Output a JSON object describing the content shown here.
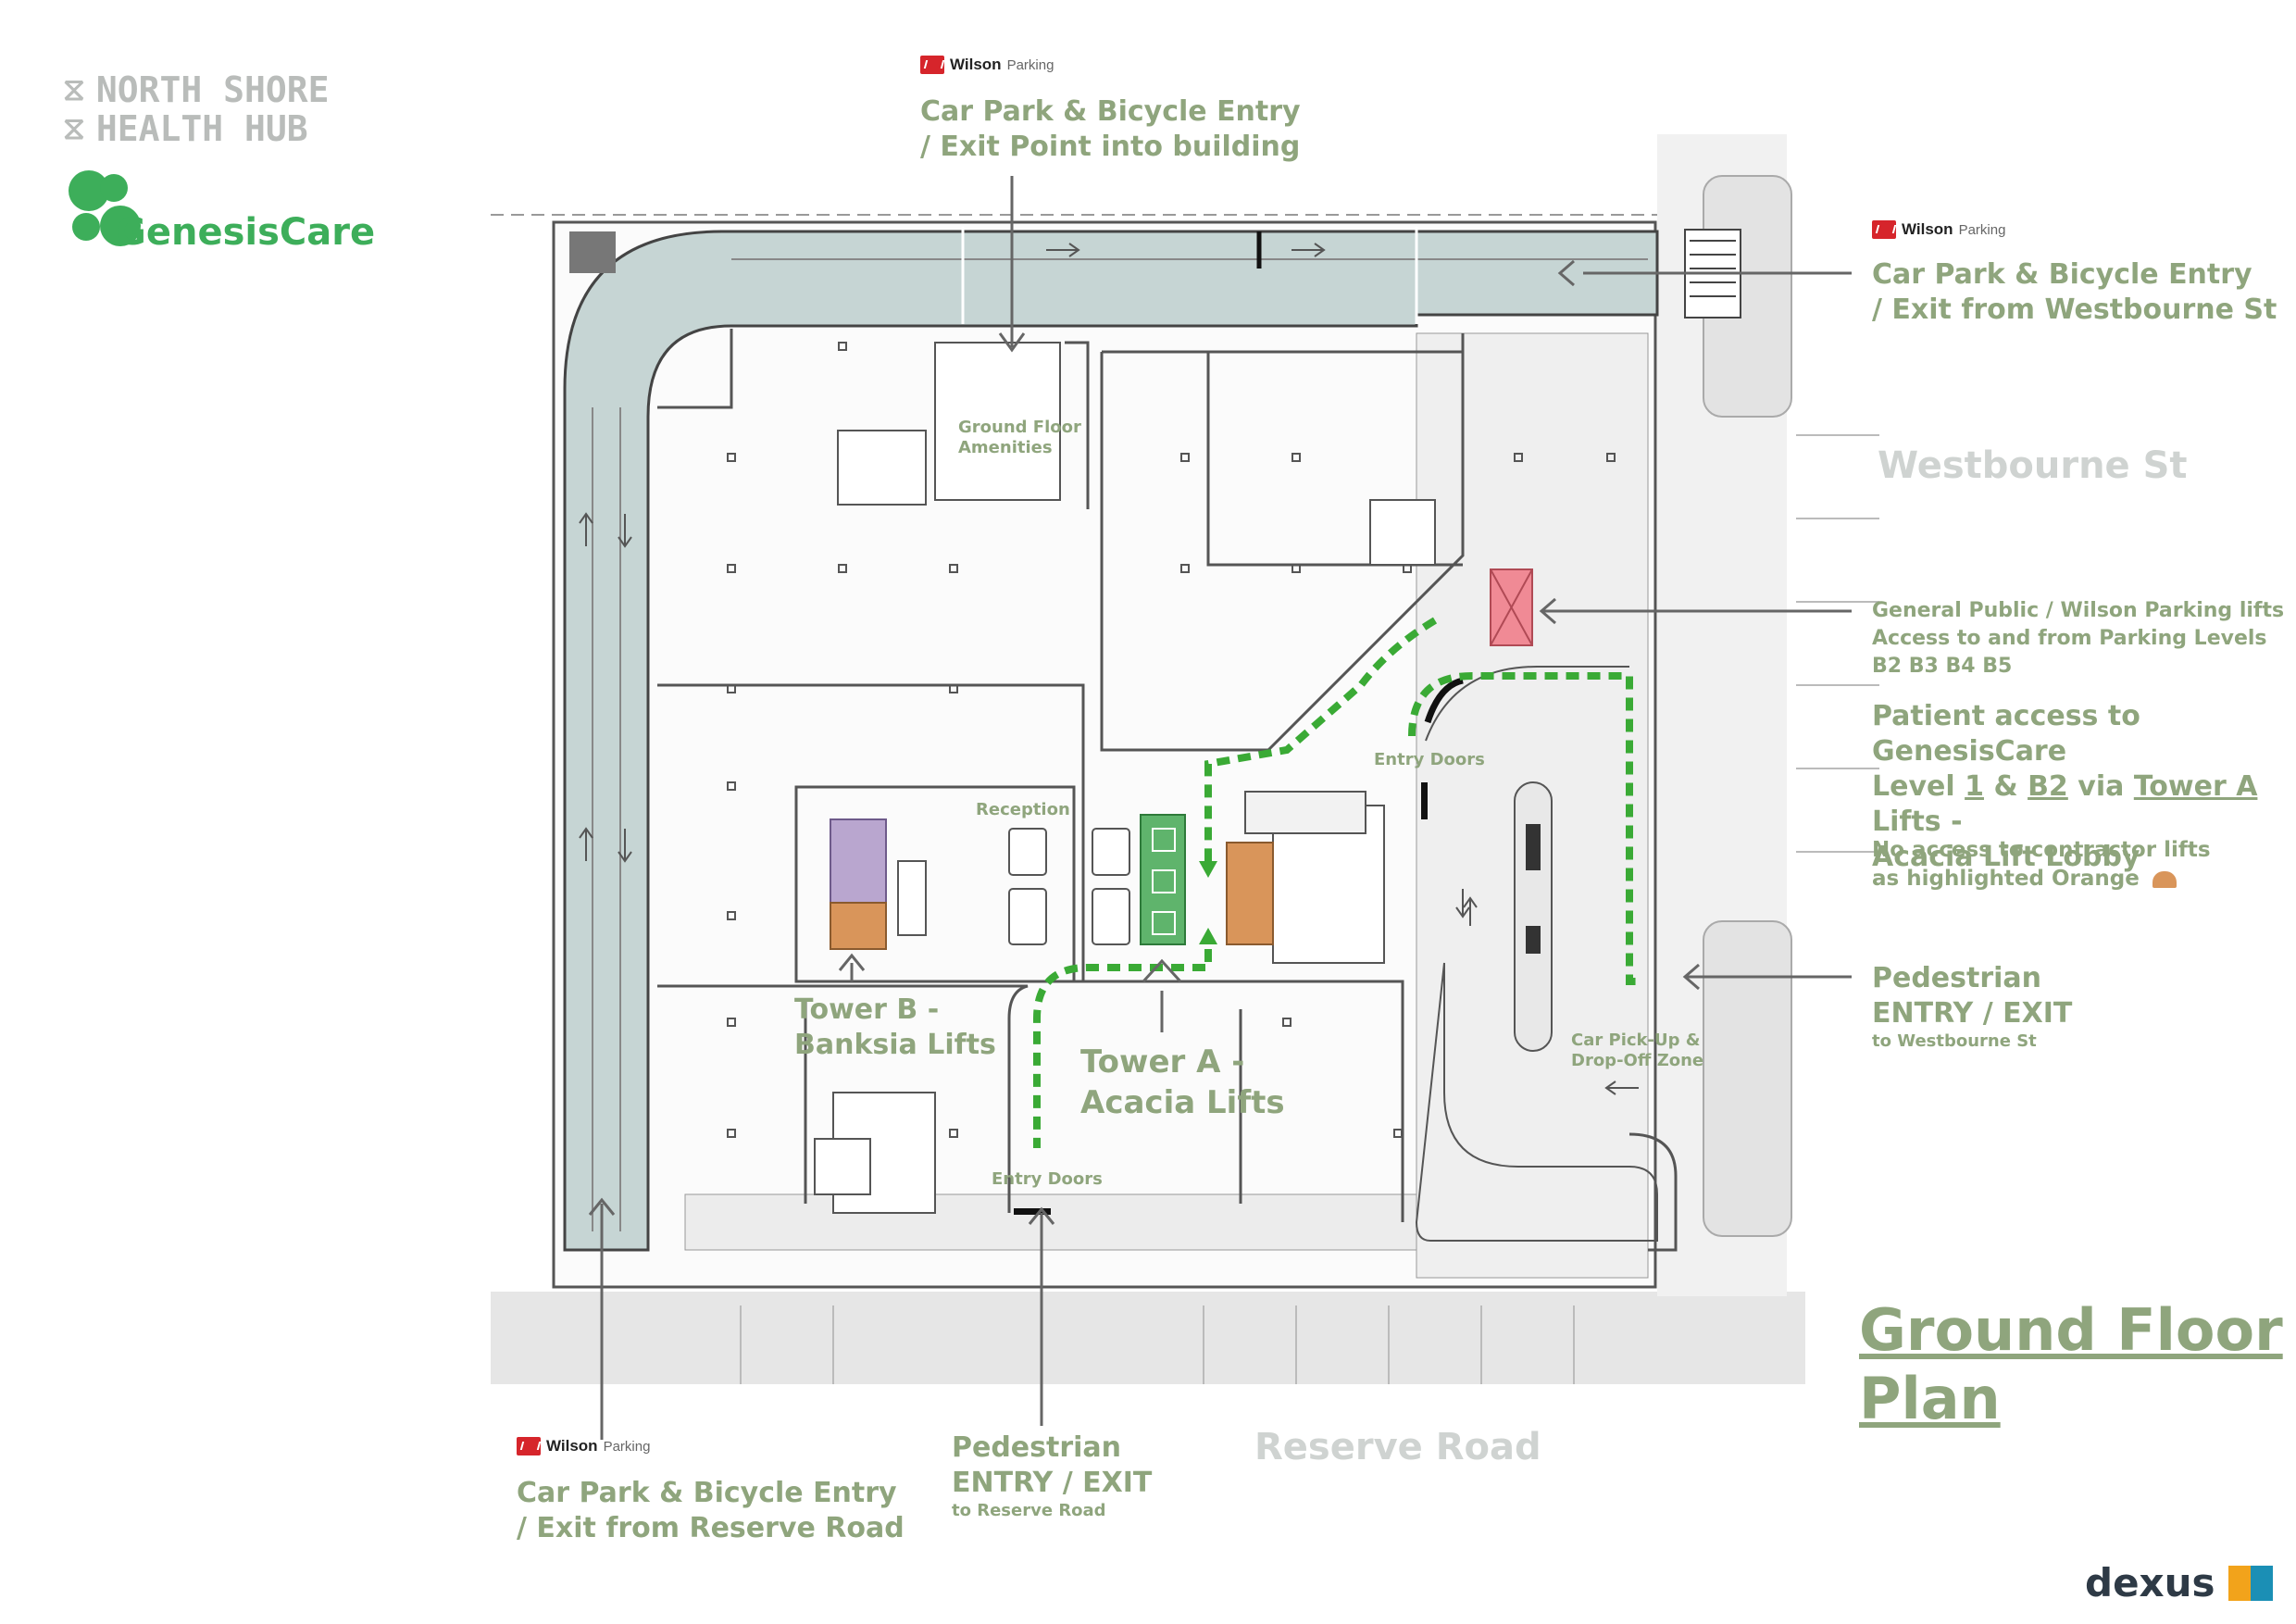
{
  "brand": {
    "hub_line1": "NORTH SHORE",
    "hub_line2": "HEALTH HUB",
    "genesiscare": "GenesisCare",
    "dexus": "dexus"
  },
  "wilson": {
    "bold": "Wilson",
    "light": "Parking"
  },
  "title": {
    "line1": "Ground Floor",
    "line2": "Plan"
  },
  "streets": {
    "westbourne": "Westbourne St",
    "reserve": "Reserve Road"
  },
  "callouts": {
    "top_entry_1": "Car Park & Bicycle Entry",
    "top_entry_2": "/ Exit Point into building",
    "west_entry_1": "Car Park & Bicycle Entry",
    "west_entry_2": "/ Exit from Westbourne St",
    "reserve_entry_1": "Car Park & Bicycle Entry",
    "reserve_entry_2": "/ Exit from Reserve Road",
    "lifts_1": "General Public / Wilson Parking lifts",
    "lifts_2": "Access to and from Parking Levels",
    "lifts_3": "B2 B3 B4 B5",
    "patient_1": "Patient access to GenesisCare",
    "patient_2a": "Level",
    "patient_2b": "1",
    "patient_2c": "&",
    "patient_2d": "B2",
    "patient_2e": "via",
    "patient_2f": "Tower A",
    "patient_2g": "Lifts -",
    "patient_3": "Acacia Lift Lobby",
    "contractor_1": "No access to contractor lifts",
    "contractor_2": "as highlighted Orange",
    "ped_west_1": "Pedestrian",
    "ped_west_2": "ENTRY / EXIT",
    "ped_west_3": "to Westbourne St",
    "ped_reserve_1": "Pedestrian",
    "ped_reserve_2": "ENTRY / EXIT",
    "ped_reserve_3": "to Reserve Road"
  },
  "plan_labels": {
    "amenities_1": "Ground Floor",
    "amenities_2": "Amenities",
    "reception": "Reception",
    "entry_doors_east": "Entry Doors",
    "entry_doors_south": "Entry Doors",
    "tower_b_1": "Tower B -",
    "tower_b_2": "Banksia Lifts",
    "tower_a_1": "Tower A -",
    "tower_a_2": "Acacia Lifts",
    "pickup_1": "Car Pick-Up &",
    "pickup_2": "Drop-Off Zone"
  },
  "colors": {
    "accent_green": "#8fa57d",
    "path_green": "#3aaa35",
    "lift_pink": "#f08a95",
    "contractor_orange": "#d9955a",
    "lift_purple": "#b9a6cf",
    "driveway": "#bfcfce"
  }
}
